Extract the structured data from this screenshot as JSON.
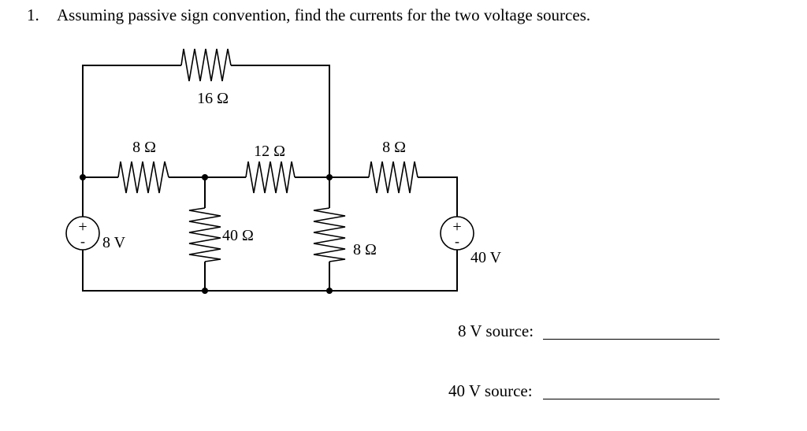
{
  "question": {
    "number": "1.",
    "text": "Assuming passive sign convention, find the currents for the two voltage sources."
  },
  "circuit": {
    "resistors": {
      "top": "16 Ω",
      "left_series": "8 Ω",
      "middle_series": "12 Ω",
      "right_series": "8 Ω",
      "middle_shunt": "40 Ω",
      "right_shunt": "8 Ω"
    },
    "sources": {
      "left": {
        "label": "8 V",
        "plus": "+",
        "minus": "-"
      },
      "right": {
        "label": "40 V",
        "plus": "+",
        "minus": "-"
      }
    }
  },
  "answers": {
    "source_8v_label": "8 V source:",
    "source_40v_label": "40 V source:"
  }
}
